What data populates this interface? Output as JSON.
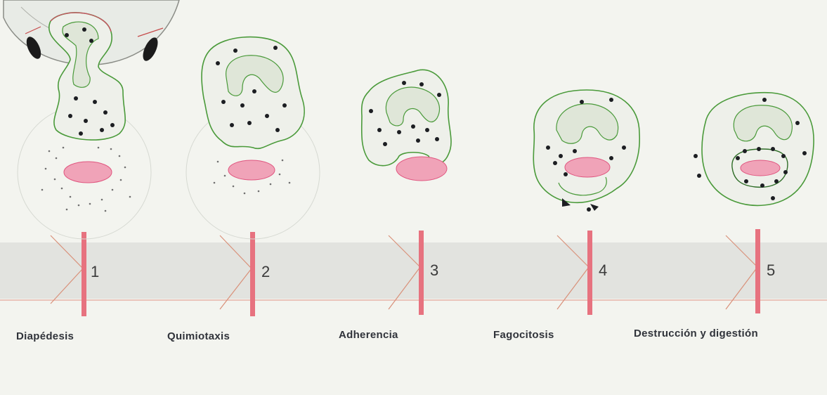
{
  "colors": {
    "background": "#f3f4ef",
    "band": "#e2e3df",
    "cell_outline": "#4a9a3a",
    "nucleus_fill": "#dfe6d8",
    "granule": "#1c1e22",
    "particle_fill": "#f0a3b8",
    "particle_edge": "#e0557f",
    "marker": "#e7727f",
    "arrow_edge": "#d9917a",
    "vessel_fill": "#e8ebe6",
    "vessel_cell": "#1b1b1b"
  },
  "stages": [
    {
      "number": "1",
      "label": "Diapédesis"
    },
    {
      "number": "2",
      "label": "Quimiotaxis"
    },
    {
      "number": "3",
      "label": "Adherencia"
    },
    {
      "number": "4",
      "label": "Fagocitosis"
    },
    {
      "number": "5",
      "label": "Destrucción y digestión"
    }
  ]
}
